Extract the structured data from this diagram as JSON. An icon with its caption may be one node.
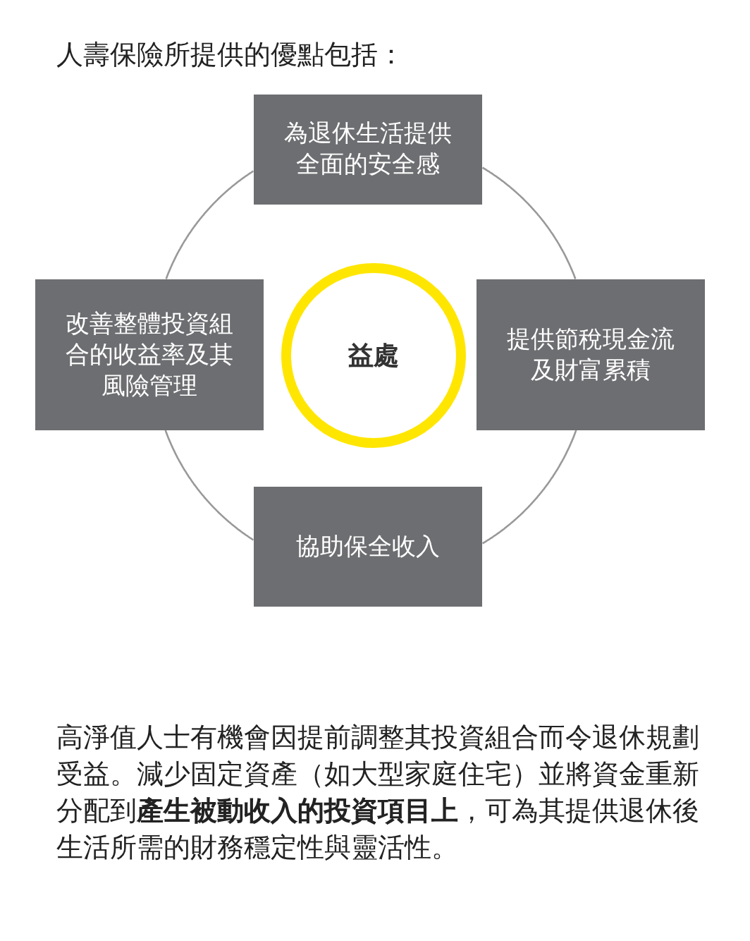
{
  "diagram": {
    "title": "人壽保險所提供的優點包括：",
    "nodes": [
      {
        "text": [
          "益處"
        ]
      },
      {
        "text": [
          "為退休生活提供全面的安全感"
        ]
      },
      {
        "text": [
          "提供節稅現金流及財富累積"
        ]
      },
      {
        "text": [
          "協助保全收入"
        ]
      },
      {
        "text": [
          "改善整體投資組合的收益率及其風險管理"
        ]
      }
    ],
    "edges": [
      {
        "from": 1,
        "to": 2,
        "arrow": "none"
      },
      {
        "from": 2,
        "to": 3,
        "arrow": "none"
      },
      {
        "from": 3,
        "to": 4,
        "arrow": "none"
      },
      {
        "from": 4,
        "to": 1,
        "arrow": "none"
      }
    ],
    "labels": [
      "高淨值人士有機會因提前調整其投資組合而令退休規劃受益。減少固定資產（如大型家庭住宅）並將資金重新分配到**產生被動收入的投資項目上**，可為其提供退休後生活所需的財務穩定性與靈活性。"
    ]
  }
}
